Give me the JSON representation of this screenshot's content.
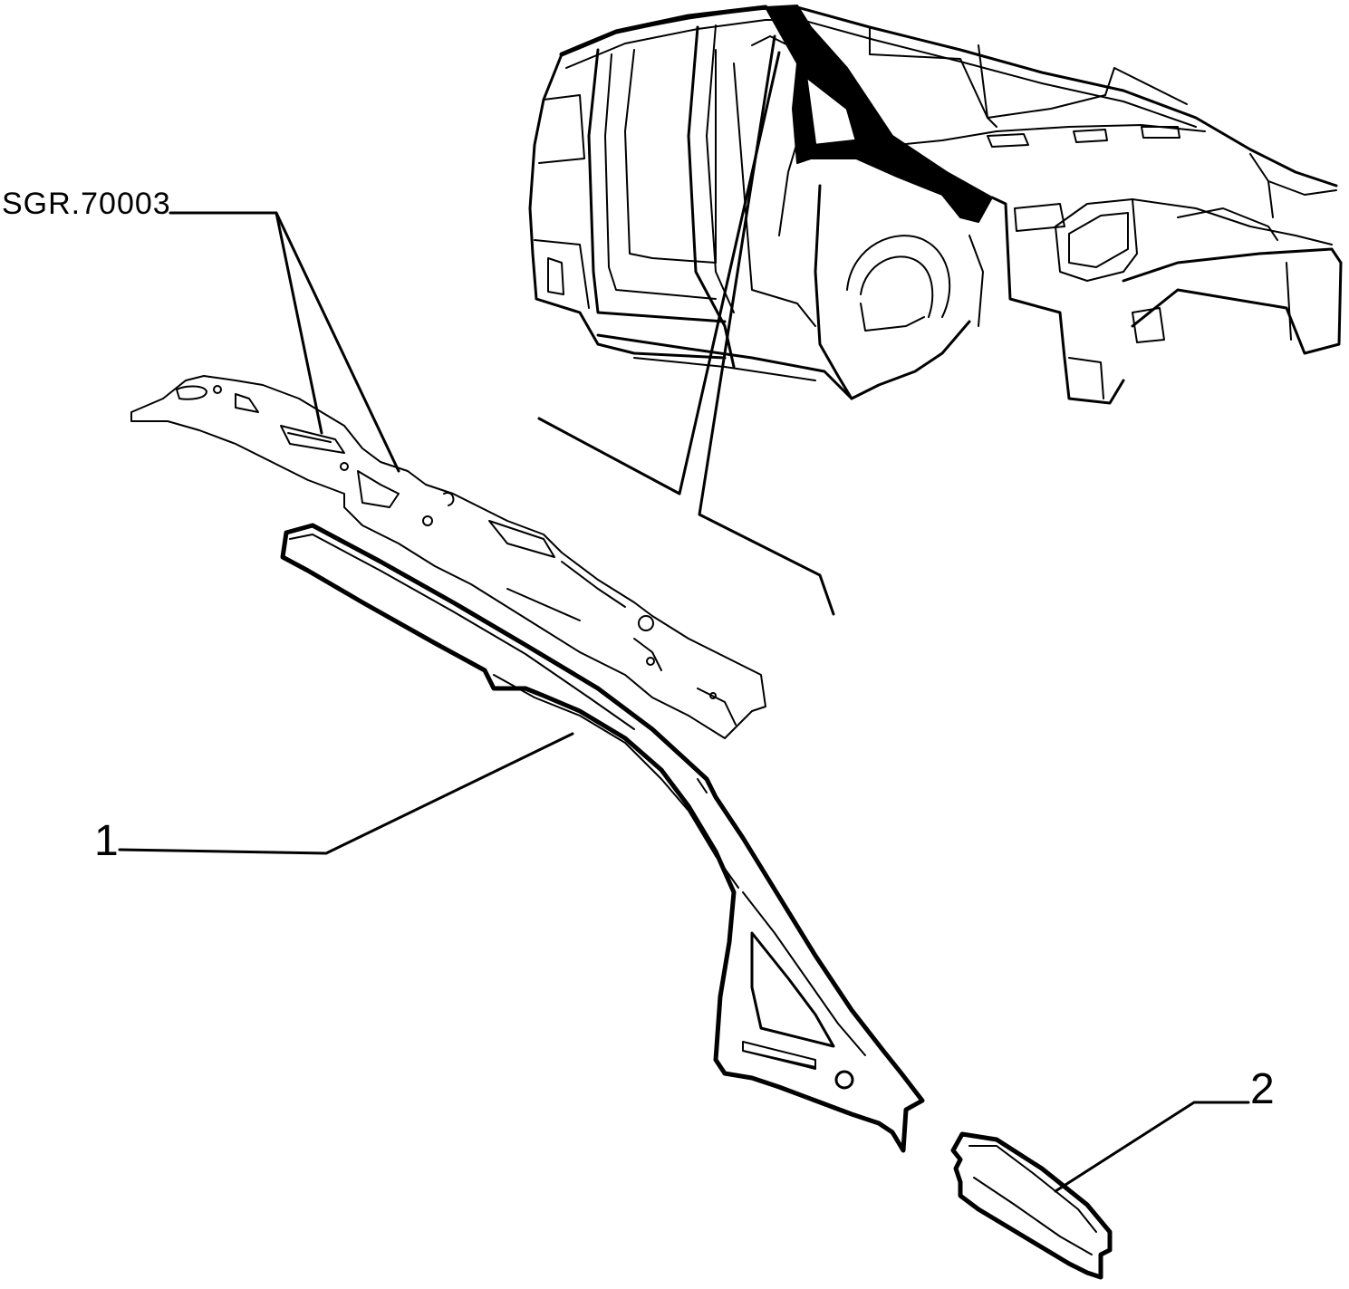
{
  "colors": {
    "ink": "#000000",
    "paper": "#ffffff"
  },
  "labels": {
    "ref_code": "SGR.70003",
    "part_1": "1",
    "part_2": "2"
  }
}
